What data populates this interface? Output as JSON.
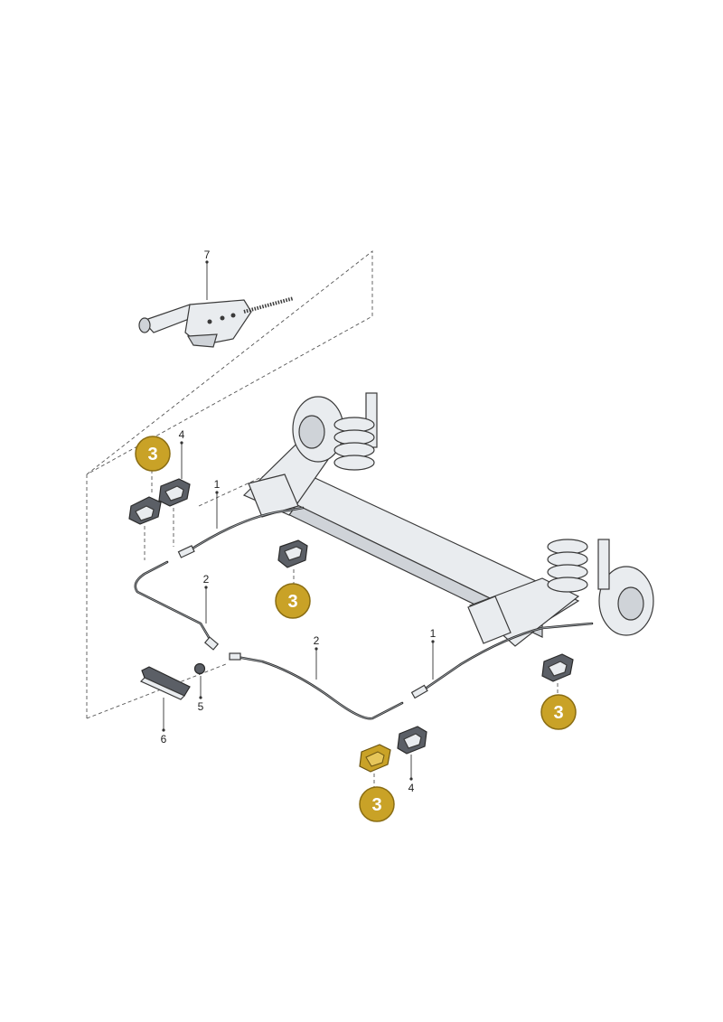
{
  "callouts": [
    {
      "id": "1",
      "label": "1"
    },
    {
      "id": "1b",
      "label": "1"
    },
    {
      "id": "2",
      "label": "2"
    },
    {
      "id": "2b",
      "label": "2"
    },
    {
      "id": "4",
      "label": "4"
    },
    {
      "id": "4b",
      "label": "4"
    },
    {
      "id": "5",
      "label": "5"
    },
    {
      "id": "6",
      "label": "6"
    },
    {
      "id": "7",
      "label": "7"
    }
  ],
  "highlight": {
    "label": "3",
    "color": "#c9a227",
    "border_color": "#8a6d13"
  },
  "colors": {
    "line": "#3a3a3a",
    "part_fill": "#e9ecef",
    "cable": "#2f2f2f"
  }
}
